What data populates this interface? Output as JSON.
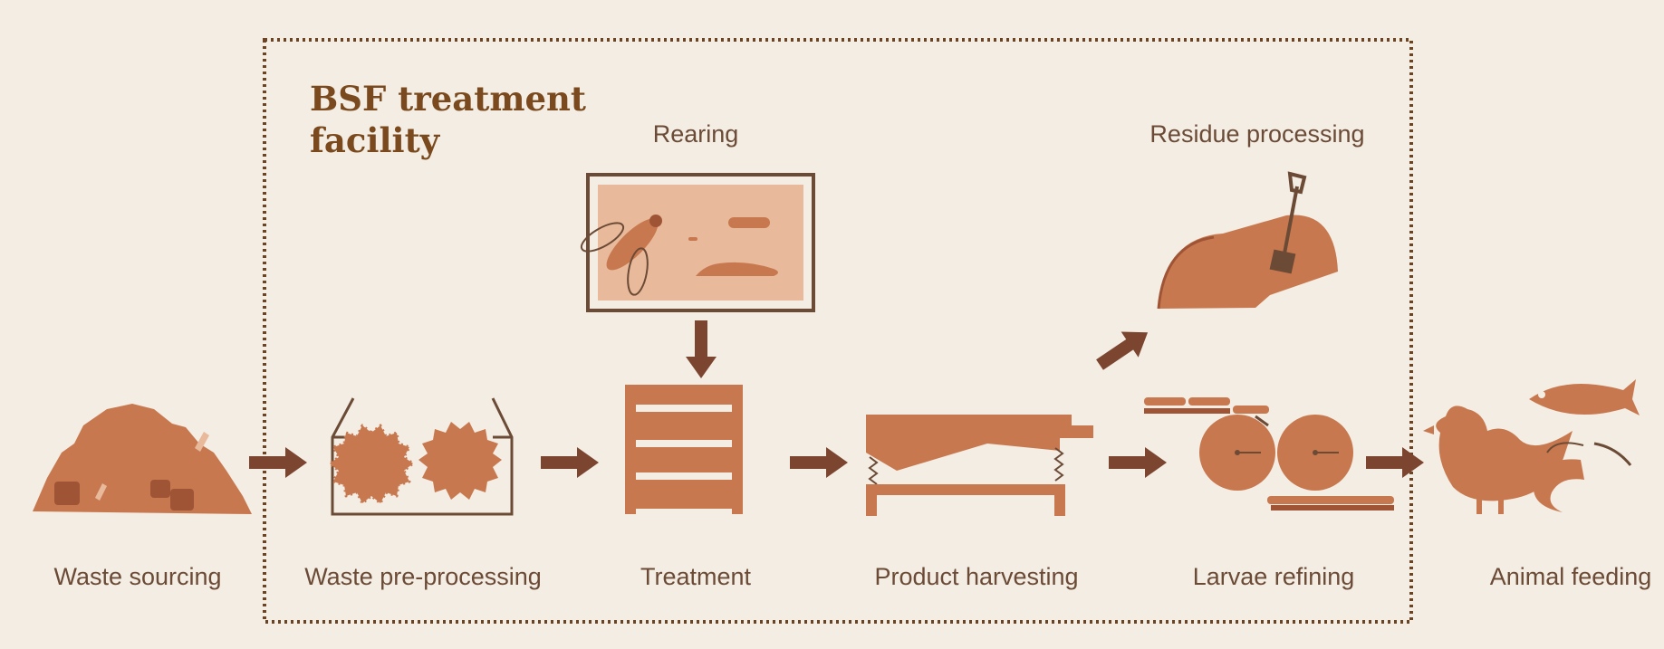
{
  "colors": {
    "background": "#f3ede4",
    "box_border": "#6b4423",
    "fill": "#c8784f",
    "light_fill": "#e8b99a",
    "arrow": "#7b4530",
    "title": "#7a4a1e",
    "text": "#6b4a36"
  },
  "facility": {
    "title_line1": "BSF treatment",
    "title_line2": "facility"
  },
  "stages": {
    "waste_sourcing": "Waste sourcing",
    "pre_processing": "Waste pre-processing",
    "treatment": "Treatment",
    "harvesting": "Product harvesting",
    "refining": "Larvae refining",
    "feeding": "Animal feeding",
    "rearing": "Rearing",
    "residue": "Residue processing"
  },
  "icons": [
    "waste-pile-icon",
    "crusher-icon",
    "fly-icon",
    "larva-icon",
    "treatment-rack-icon",
    "sieve-icon",
    "compost-heap-icon",
    "shovel-icon",
    "roller-press-icon",
    "chicken-icon",
    "fish-icon",
    "shrimp-icon",
    "arrow-icon"
  ]
}
